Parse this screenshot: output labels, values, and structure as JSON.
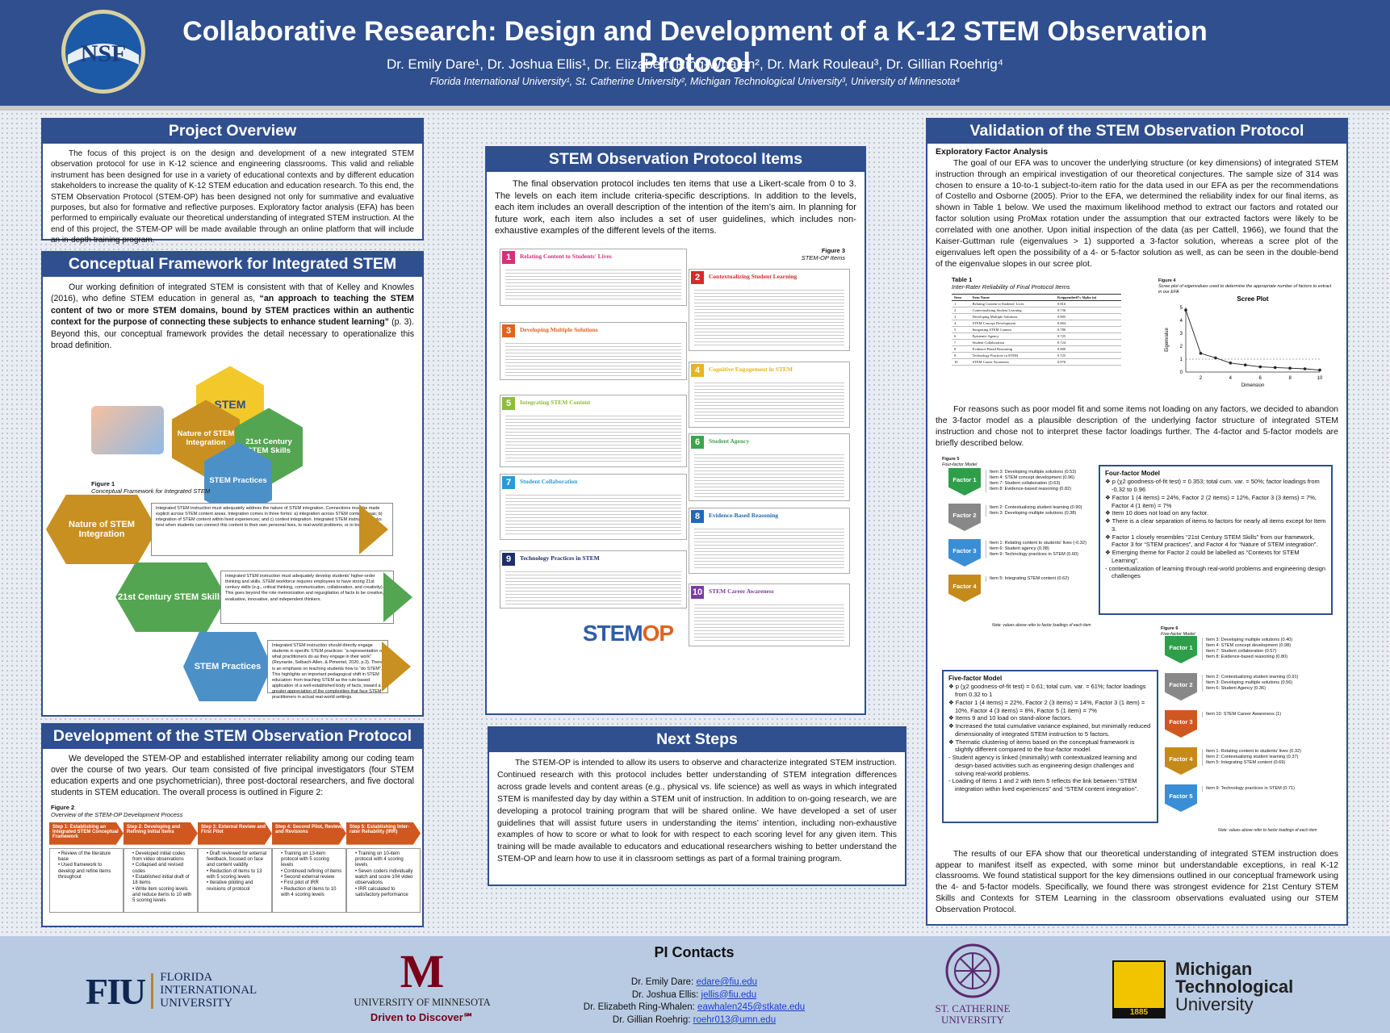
{
  "header": {
    "title": "Collaborative Research: Design and Development of a K-12 STEM Observation Protocol",
    "authors": "Dr. Emily Dare¹, Dr. Joshua Ellis¹, Dr. Elizabeth Ring-Whalen², Dr. Mark Rouleau³, Dr. Gillian Roehrig⁴",
    "affiliations": "Florida International University¹, St. Catherine University², Michigan Technological University³, University of Minnesota⁴",
    "logo_text": "NSF"
  },
  "overview": {
    "heading": "Project Overview",
    "text": "The focus of this project is on the design and development of a new integrated STEM observation protocol for use in K-12 science and engineering classrooms. This valid and reliable instrument has been designed for use in a variety of educational contexts and by different education stakeholders to increase the quality of K-12 STEM education and education research. To this end, the STEM Observation Protocol (STEM-OP) has been designed not only for summative and evaluative purposes, but also for formative and reflective purposes. Exploratory factor analysis (EFA) has been performed to empirically evaluate our theoretical understanding of integrated STEM instruction. At the end of this project, the STEM-OP will be made available through an online platform that will include an in-depth training program."
  },
  "framework": {
    "heading": "Conceptual Framework for Integrated STEM",
    "text_a": "Our working definition of integrated STEM is consistent with that of Kelley and Knowles (2016), who define STEM education in general as, ",
    "text_bold": "“an approach to teaching the STEM content of two or more STEM domains, bound by STEM practices within an authentic context for the purpose of connecting these subjects to enhance student learning”",
    "text_b": " (p. 3). Beyond this, our conceptual framework provides the detail necessary to operationalize this broad definition.",
    "fig_label": "Figure 1",
    "fig_caption": "Conceptual Framework for Integrated STEM",
    "hex_center": "STEM",
    "hex_labels": [
      "Nature of STEM Integration",
      "21st Century STEM Skills",
      "STEM Practices"
    ],
    "rows": [
      {
        "label": "Nature of STEM Integration",
        "text": "Integrated STEM instruction must adequately address the nature of STEM integration. Connections must be made explicit across STEM content areas. Integration comes in three forms: a) integration across STEM content areas; b) integration of STEM content within lived experiences; and c) context integration. Integrated STEM instruction works best when students can connect this content to their own personal lives, to real-world problems, or to both."
      },
      {
        "label": "21st Century STEM Skills",
        "text": "Integrated STEM instruction must adequately develop students' higher-order thinking and skills. STEM workforce requires employees to have strong 21st century skills (e.g., critical thinking, communication, collaboration, and creativity). This goes beyond the rote memorization and regurgitation of facts to be creative, evaluative, innovative, and independent thinkers."
      },
      {
        "label": "STEM Practices",
        "text": "Integrated STEM instruction should directly engage students in specific STEM practices: “a representation of what practitioners do as they engage in their work” (Reynante, Selbach-Allen, & Pimentel, 2020, p.3). There is an emphasis on teaching students how to “do STEM”. This highlights an important pedagogical shift in STEM education: from teaching STEM as the rule-based application of a well-established body of facts, toward a greater appreciation of the complexities that face STEM practitioners in actual real-world settings."
      }
    ]
  },
  "development": {
    "heading": "Development of the STEM Observation Protocol",
    "text": "We developed the STEM-OP and established interrater reliability among our coding team over the course of two years. Our team consisted of five principal investigators (four STEM education experts and one psychometrician), three post-doctoral researchers, and five doctoral students in STEM education. The overall process is outlined in Figure 2:",
    "fig_label": "Figure 2",
    "fig_caption": "Overview of the STEM-OP Development Process",
    "steps": [
      {
        "title": "Step 1: Establishing an Integrated STEM Conceptual Framework",
        "body": "• Review of the literature base\n• Used framework to develop and refine items throughout"
      },
      {
        "title": "Step 2: Developing and Refining Initial Items",
        "body": "• Developed initial codes from video observations\n• Collapsed and revised codes\n• Established initial draft of 18 items\n• Write item scoring levels and reduce items to 10 with 5 scoring levels"
      },
      {
        "title": "Step 3: External Review and First Pilot",
        "body": "• Draft reviewed for external feedback, focused on face and content validity\n• Reduction of items to 13 with 5 scoring levels\n• Iterative piloting and revisions of protocol"
      },
      {
        "title": "Step 4: Second Pilot, Review, and Revisions",
        "body": "• Training on 13-item protocol with 5 scoring levels\n• Continued refining of items\n• Second external review\n• First pilot of IRR\n• Reduction of items to 10 with 4 scoring levels"
      },
      {
        "title": "Step 5: Establishing Inter-rater Reliability (IRR)",
        "body": "• Training on 10-item protocol with 4 scoring levels\n• Seven coders individually watch and score 104 video observations\n• IRR calculated to satisfactory performance"
      }
    ]
  },
  "items": {
    "heading": "STEM Observation Protocol Items",
    "text": "The final observation protocol includes ten items that use a Likert-scale from 0 to 3. The levels on each item include criteria-specific descriptions. In addition to the levels, each item includes an overall description of the intention of the item’s aim. In planning for future work, each item also includes a set of user guidelines, which includes non-exhaustive examples of the different levels of the items.",
    "fig_label": "Figure 3",
    "fig_caption": "STEM-OP Items",
    "list": [
      {
        "n": "1",
        "name": "Relating Content to Students' Lives",
        "color": "#d6307a"
      },
      {
        "n": "2",
        "name": "Contextualizing Student Learning",
        "color": "#d62a2a"
      },
      {
        "n": "3",
        "name": "Developing Multiple Solutions",
        "color": "#e0631f"
      },
      {
        "n": "4",
        "name": "Cognitive Engagement in STEM",
        "color": "#e6b422"
      },
      {
        "n": "5",
        "name": "Integrating STEM Content",
        "color": "#8ebd3a"
      },
      {
        "n": "6",
        "name": "Student Agency",
        "color": "#3fa34d"
      },
      {
        "n": "7",
        "name": "Student Collaboration",
        "color": "#2c9ad6"
      },
      {
        "n": "8",
        "name": "Evidence-Based Reasoning",
        "color": "#2468b5"
      },
      {
        "n": "9",
        "name": "Technology Practices in STEM",
        "color": "#1d2f6b"
      },
      {
        "n": "10",
        "name": "STEM Career Awareness",
        "color": "#7b3ea0"
      }
    ],
    "logo_a": "STEM",
    "logo_b": "OP"
  },
  "next_steps": {
    "heading": "Next Steps",
    "text": "The STEM-OP is intended to allow its users to observe and characterize integrated STEM instruction. Continued research with this protocol includes better understanding of STEM integration differences across grade levels and content areas (e.g., physical vs. life science) as well as ways in which integrated STEM is manifested day by day within a STEM unit of instruction. In addition to on-going research, we are developing a protocol training program that will be shared online. We have developed a set of user guidelines that will assist future users in understanding the items’ intention, including non-exhaustive examples of how to score or what to look for with respect to each scoring level for any given item. This training will be made available to educators and educational researchers wishing to better understand the STEM-OP and learn how to use it in classroom settings as part of a formal training program."
  },
  "validation": {
    "heading": "Validation of the STEM Observation Protocol",
    "subheading": "Exploratory Factor Analysis",
    "text1": "The goal of our EFA was to uncover the underlying structure (or key dimensions) of integrated STEM instruction through an empirical investigation of our theoretical conjectures. The sample size of 314 was chosen to ensure a 10-to-1 subject-to-item ratio for the data used in our EFA as per the recommendations of Costello and Osborne (2005). Prior to the EFA, we determined the reliability index for our final items, as shown in Table 1 below.  We used the maximum likelihood method to extract our factors and rotated our factor solution using ProMax rotation under the assumption that our extracted factors were likely to be correlated with one another. Upon initial inspection of the data (as per Cattell, 1966), we found that the Kaiser-Guttman rule (eigenvalues > 1) supported a 3-factor solution, whereas a scree plot of the eigenvalues left open the possibility of a 4- or 5-factor solution as well, as can be seen in the double-bend of the eigenvalue slopes in our scree plot.",
    "table_label": "Table 1",
    "table_caption": "Inter-Rater Reliability of Final Protocol Items",
    "table_cols": [
      "Item",
      "Item Name",
      "Krippendorff's Alpha (α)"
    ],
    "table_rows": [
      [
        "1",
        "Relating Content to Students' Lives",
        "0.816"
      ],
      [
        "2",
        "Contextualizing Student Learning",
        "0.736"
      ],
      [
        "3",
        "Developing Multiple Solutions",
        "0.805"
      ],
      [
        "4",
        "STEM Concept Development",
        "0.804"
      ],
      [
        "5",
        "Integrating STEM Content",
        "0.780"
      ],
      [
        "6",
        "Epistemic Agency",
        "0.725"
      ],
      [
        "7",
        "Student Collaboration",
        "0.724"
      ],
      [
        "8",
        "Evidence-Based Reasoning",
        "0.800"
      ],
      [
        "9",
        "Technology Practices in STEM",
        "0.725"
      ],
      [
        "10",
        "STEM Career Awareness",
        "0.876"
      ]
    ],
    "scree_label": "Figure 4",
    "scree_caption": "Scree plot of eigenvalues used to determine the appropriate number of factors to extract in our EFA",
    "text2": "For reasons such as poor model fit and some items not loading on any factors, we decided to abandon the 3-factor model as a plausible description of the underlying factor structure of integrated STEM instruction and chose not to interpret these factor loadings further.  The 4-factor and 5-factor models are briefly described below.",
    "fig5_label": "Figure 5",
    "fig5_caption": "Four-factor Model",
    "four_factor": [
      {
        "name": "Factor 1",
        "color": "#2f9e4a",
        "items": [
          "Item 3: Developing multiple solutions (0.53)",
          "Item 4: STEM concept development (0.96)",
          "Item 7: Student collaboration (0.63)",
          "Item 8: Evidence-based reasoning (0.82)"
        ]
      },
      {
        "name": "Factor 2",
        "color": "#888888",
        "items": [
          "Item 2: Contextualizing student learning (0.90)",
          "Item 3: Developing multiple solutions (0.38)"
        ]
      },
      {
        "name": "Factor 3",
        "color": "#3a8ed6",
        "items": [
          "Item 1: Relating content to students' lives (-0.32)",
          "Item 6: Student agency (0.38)",
          "Item 9: Technology practices in STEM (0.60)"
        ]
      },
      {
        "name": "Factor 4",
        "color": "#c58b1a",
        "items": [
          "Item 5: Integrating STEM content (0.62)"
        ]
      }
    ],
    "four_note": "Note: values above refer to factor loadings of each item",
    "four_box_title": "Four-factor Model",
    "four_box": [
      "❖ p (χ2 goodness-of-fit test) = 0.353; total cum. var. = 50%; factor loadings from -0.32 to 0.96",
      "❖ Factor 1 (4 items) = 24%, Factor 2 (2 items) = 12%, Factor 3 (3 items) = 7%, Factor 4 (1 item) = 7%",
      "❖ Item 10 does not load on any factor.",
      "❖ There is a clear separation of items to factors for nearly all items except for Item 3.",
      "❖ Factor 1 closely resembles “21st Century STEM Skills” from our framework, Factor 3 for “STEM practices”, and Factor 4 for “Nature of STEM integration”.",
      "❖ Emerging theme for Factor 2 could be labelled as “Contexts for STEM Learning”.",
      "   - contextualization of learning through real-world problems and engineering design challenges"
    ],
    "fig6_label": "Figure 6",
    "fig6_caption": "Five-factor Model",
    "five_factor": [
      {
        "name": "Factor 1",
        "color": "#2f9e4a",
        "items": [
          "Item 3: Developing multiple solutions (0.40)",
          "Item 4: STEM concept development (0.98)",
          "Item 7: Student collaboration (0.57)",
          "Item 8: Evidence-based reasoning (0.80)"
        ]
      },
      {
        "name": "Factor 2",
        "color": "#888888",
        "items": [
          "Item 2: Contextualizing student learning (0.91)",
          "Item 3: Developing multiple solutions (0.56)",
          "Item 6: Student Agency (0.36)"
        ]
      },
      {
        "name": "Factor 3",
        "color": "#d0571f",
        "items": [
          "Item 10: STEM Career Awareness (1)"
        ]
      },
      {
        "name": "Factor 4",
        "color": "#c58b1a",
        "items": [
          "Item 1: Relating content to students' lives (0.32)",
          "Item 2: Contextualizing student learning (0.37)",
          "Item 5: Integrating STEM content (0.69)"
        ]
      },
      {
        "name": "Factor 5",
        "color": "#3a8ed6",
        "items": [
          "Item 9: Technology practices in STEM (0.71)"
        ]
      }
    ],
    "five_note": "Note: values above refer to factor loadings of each item",
    "five_box_title": "Five-factor Model",
    "five_box": [
      "❖ p (χ2 goodness-of-fit test) = 0.61; total cum. var. = 61%; factor loadings from 0.32 to 1",
      "❖ Factor 1 (4 items) = 22%, Factor 2 (3 items) = 14%, Factor 3 (1 item) = 10%, Factor 4 (3 items) = 8%, Factor 5 (1 item) = 7%",
      "❖ Items 9 and 10 load on stand-alone factors.",
      "❖ Increased the total cumulative variance explained, but minimally reduced dimensionality of integrated STEM instruction to 5 factors.",
      "❖ Thematic clustering of items based on the conceptual framework is slightly different compared to the four-factor model.",
      "   - Student agency is linked (minimally) with contextualized learning and design-based activities such as engineering design challenges and solving real-world problems.",
      "   - Loading of Items 1 and 2 with Item 5 reflects the link between “STEM integration within lived experiences” and “STEM content integration”."
    ],
    "text3": "The results of our EFA show that our theoretical understanding of integrated STEM instruction does appear to manifest itself as expected, with some minor but understandable exceptions, in real K-12 classrooms. We found statistical support for the key dimensions outlined in our conceptual framework using the 4- and 5-factor models. Specifically, we found there was strongest evidence for 21st Century STEM Skills and Contexts for STEM Learning in the classroom observations evaluated using our STEM Observation Protocol."
  },
  "chart_data": {
    "type": "line",
    "title": "Scree Plot",
    "xlabel": "Dimension",
    "ylabel": "Eigenvalue",
    "x": [
      1,
      2,
      3,
      4,
      5,
      6,
      7,
      8,
      9,
      10
    ],
    "values": [
      4.8,
      1.45,
      1.1,
      0.7,
      0.55,
      0.4,
      0.35,
      0.3,
      0.25,
      0.15
    ],
    "xticks": [
      "2",
      "4",
      "6",
      "8",
      "10"
    ],
    "yticks": [
      "0",
      "1",
      "2",
      "3",
      "4",
      "5"
    ],
    "ylim": [
      0,
      5
    ],
    "xlim": [
      1,
      10
    ],
    "reference_line": 1
  },
  "footer": {
    "contacts_title": "PI Contacts",
    "contacts": [
      {
        "name": "Dr. Emily Dare: ",
        "email": "edare@fiu.edu"
      },
      {
        "name": "Dr. Joshua Ellis: ",
        "email": "jellis@fiu.edu"
      },
      {
        "name": "Dr. Elizabeth Ring-Whalen: ",
        "email": "eawhalen245@stkate.edu"
      },
      {
        "name": "Dr. Gillian Roehrig: ",
        "email": "roehr013@umn.edu"
      }
    ],
    "fiu_mark": "FIU",
    "fiu_name": "FLORIDA INTERNATIONAL UNIVERSITY",
    "umn_mark": "M",
    "umn_name": "UNIVERSITY OF MINNESOTA",
    "umn_tag": "Driven to Discover℠",
    "stc_name": "ST. CATHERINE UNIVERSITY",
    "mtu_name1": "Michigan",
    "mtu_name2": "Technological",
    "mtu_name3": "University",
    "mtu_year": "1885"
  }
}
